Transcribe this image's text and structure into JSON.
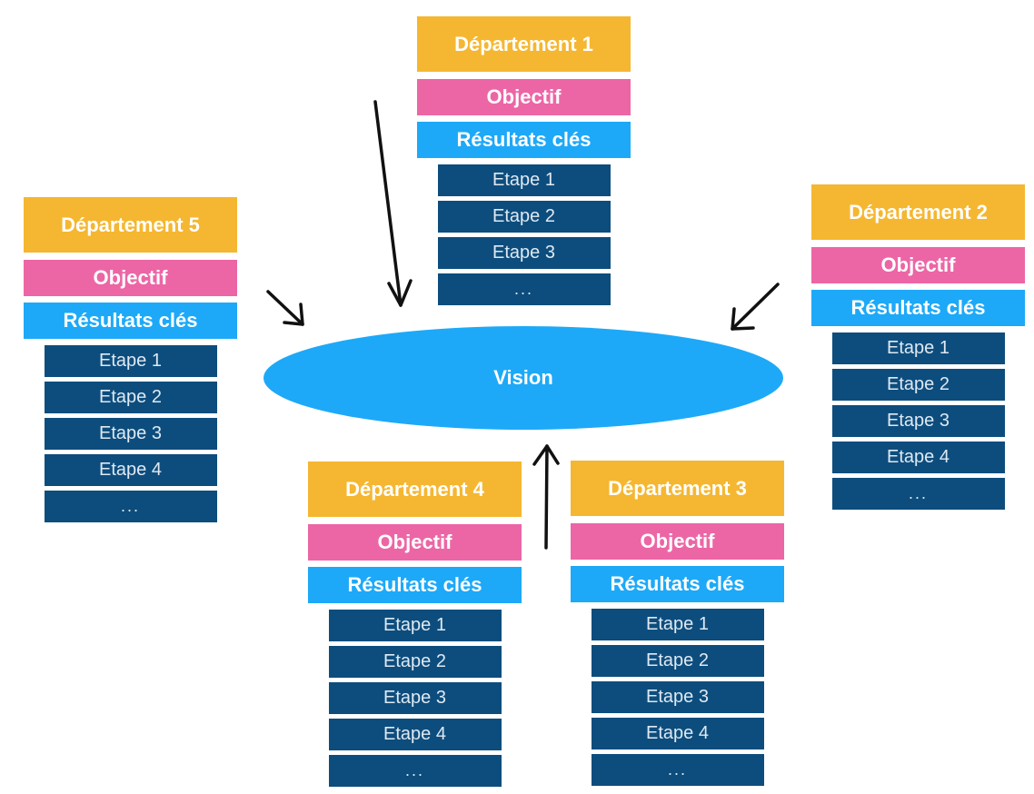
{
  "vision": "Vision",
  "departments": [
    {
      "title": "Département 1",
      "objective": "Objectif",
      "key_results": "Résultats clés",
      "steps": [
        "Etape 1",
        "Etape 2",
        "Etape 3",
        "..."
      ]
    },
    {
      "title": "Département 2",
      "objective": "Objectif",
      "key_results": "Résultats clés",
      "steps": [
        "Etape 1",
        "Etape 2",
        "Etape 3",
        "Etape 4",
        "..."
      ]
    },
    {
      "title": "Département 3",
      "objective": "Objectif",
      "key_results": "Résultats clés",
      "steps": [
        "Etape 1",
        "Etape 2",
        "Etape 3",
        "Etape 4",
        "..."
      ]
    },
    {
      "title": "Département 4",
      "objective": "Objectif",
      "key_results": "Résultats clés",
      "steps": [
        "Etape 1",
        "Etape 2",
        "Etape 3",
        "Etape 4",
        "..."
      ]
    },
    {
      "title": "Département 5",
      "objective": "Objectif",
      "key_results": "Résultats clés",
      "steps": [
        "Etape 1",
        "Etape 2",
        "Etape 3",
        "Etape 4",
        "..."
      ]
    }
  ],
  "colors": {
    "department": "#f5b731",
    "objective": "#ec66a6",
    "key_results": "#1da9f8",
    "step": "#0d4d7d",
    "vision": "#1da9f8"
  }
}
